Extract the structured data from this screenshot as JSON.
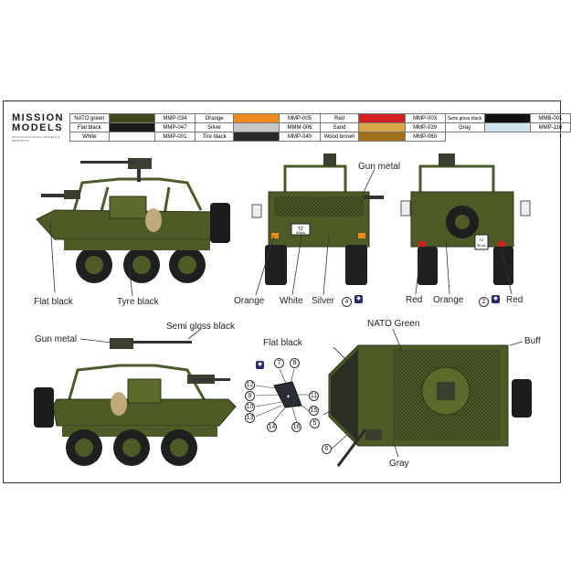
{
  "brand": {
    "line1": "MISSION",
    "line2": "MODELS",
    "tagline": "INNOVATION SCALE MODELS & PRODUCTS"
  },
  "paints": [
    [
      {
        "name": "NATO green",
        "swatch": "#3d4a1f",
        "code": "MMP-034"
      },
      {
        "name": "Flat black",
        "swatch": "#1a1a1a",
        "code": "MMP-047"
      },
      {
        "name": "White",
        "swatch": "#ffffff",
        "code": "MMP-001"
      }
    ],
    [
      {
        "name": "Orange",
        "swatch": "#f18a1f",
        "code": "MMP-005"
      },
      {
        "name": "Silver",
        "swatch": "#c8c8c8",
        "code": "MMM-006"
      },
      {
        "name": "Tire black",
        "swatch": "#2b2b2b",
        "code": "MMP-040"
      }
    ],
    [
      {
        "name": "Red",
        "swatch": "#d1201f",
        "code": "MMP-003"
      },
      {
        "name": "Sand",
        "swatch": "#d8a54a",
        "code": "MMP-039"
      },
      {
        "name": "Wood brown",
        "swatch": "#a07018",
        "code": "MMP-060"
      }
    ],
    [
      {
        "name": "Semi gloss black",
        "swatch": "#111111",
        "code": "MMB-001"
      },
      {
        "name": "Gray",
        "swatch": "#cfe5ec",
        "code": "MMP-116"
      }
    ]
  ],
  "callouts": {
    "gun_metal_top": "Gun metal",
    "flat_black_left": "Flat black",
    "tyre_black": "Tyre black",
    "orange_front": "Orange",
    "white_front": "White",
    "silver_front": "Silver",
    "red_rear_l": "Red",
    "orange_rear": "Orange",
    "red_rear_r": "Red",
    "semi_gloss": "Semi gloss black",
    "gun_metal_left": "Gun metal",
    "flat_black_top": "Flat black",
    "nato_green": "NATO Green",
    "buff": "Buff",
    "gray": "Gray"
  },
  "plates": {
    "front_top": "TZ",
    "front_num": "50AA",
    "rear_top": "TZ",
    "rear_num": "50 AA"
  },
  "decal_numbers": {
    "front_n": "4",
    "rear_n": "2",
    "d7": "7",
    "d8": "8",
    "d12": "12",
    "d9": "9",
    "d10": "10",
    "d13": "13",
    "d14": "14",
    "d16": "16",
    "d11": "11",
    "d15": "15",
    "d5": "5",
    "d6": "6"
  }
}
